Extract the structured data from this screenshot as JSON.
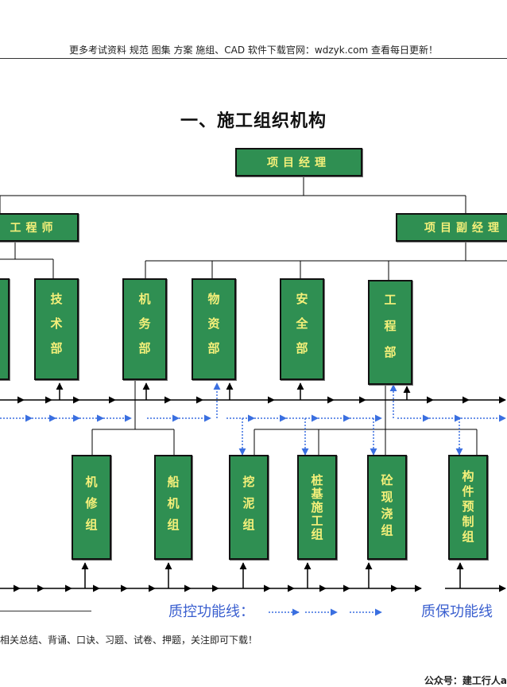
{
  "header": {
    "text": "更多考试资料 规范 图集 方案 施组、CAD 软件下载官网：wdzyk.com 查看每日更新！"
  },
  "title": "一、施工组织机构",
  "boxes": {
    "pm": "项目经理",
    "chief_engineer": "工程师",
    "deputy_pm": "项目副经理",
    "tech_dept": "技术部",
    "machinery_dept": "机务部",
    "materials_dept": "物资部",
    "safety_dept": "安全部",
    "engineering_dept": "工程部",
    "repair_team": "机修组",
    "vessel_team": "船机组",
    "dredging_team": "挖泥组",
    "pile_team": "桩基施工组",
    "concrete_team": "砼现浇组",
    "precast_team": "构件预制组"
  },
  "legend": {
    "qc_label": "质控功能线：",
    "qa_label": "质保功能线"
  },
  "footer": {
    "note": "相关总结、背诵、口诀、习题、试卷、押题，关注即可下载！",
    "account": "公众号：建工行人a"
  },
  "colors": {
    "box_fill": "#2f8f52",
    "box_text": "#f5f07a",
    "dotted_line": "#3a6fe0"
  }
}
